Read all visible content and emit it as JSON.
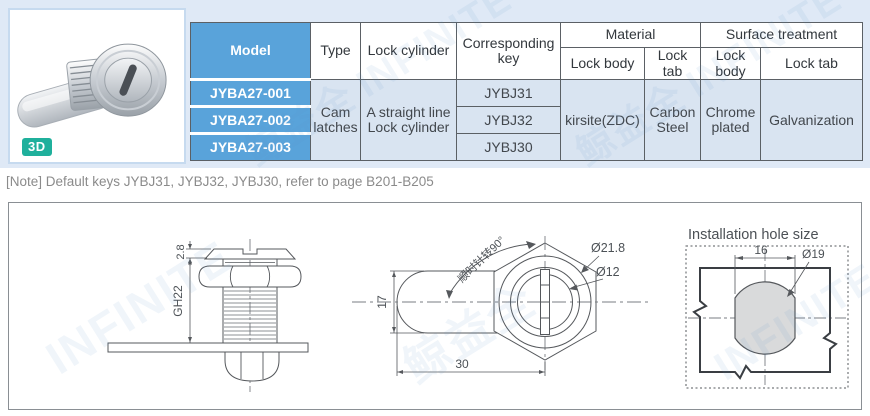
{
  "colors": {
    "accent_blue": "#59a3da",
    "row_bg": "#d9e4f1",
    "band_bg": "#dfe9f6",
    "badge_teal": "#1fb09c"
  },
  "product": {
    "badge_3d": "3D"
  },
  "watermark": {
    "brand": "INFINITE",
    "cjk": "鲸益全"
  },
  "table": {
    "headers": {
      "model": "Model",
      "type": "Type",
      "lock_cylinder": "Lock cylinder",
      "corresponding_key": "Corresponding key",
      "material": "Material",
      "surface_treatment": "Surface treatment",
      "material_lock_body": "Lock body",
      "material_lock_tab": "Lock tab",
      "surface_lock_body": "Lock body",
      "surface_lock_tab": "Lock tab"
    },
    "rows": [
      {
        "model": "JYBA27-001",
        "key": "JYBJ31"
      },
      {
        "model": "JYBA27-002",
        "key": "JYBJ32"
      },
      {
        "model": "JYBA27-003",
        "key": "JYBJ30"
      }
    ],
    "merged": {
      "type": "Cam latches",
      "lock_cylinder": "A straight line Lock cylinder",
      "material_lock_body": "kirsite(ZDC)",
      "material_lock_tab": "Carbon Steel",
      "surface_lock_body": "Chrome plated",
      "surface_lock_tab": "Galvanization"
    }
  },
  "note": "[Note] Default keys JYBJ31, JYBJ32, JYBJ30, refer to page B201-B205",
  "drawings": {
    "side_view": {
      "dim_head_height": "2.8",
      "dim_body_height": "GH22"
    },
    "front_view": {
      "dim_cam_width": "17",
      "dim_body_length": "30",
      "dim_outer_diameter": "Ø21.8",
      "dim_cylinder_diameter": "Ø12",
      "rotation_note": "顺时针转90°"
    },
    "installation": {
      "title": "Installation hole size",
      "dim_hole_width": "16",
      "dim_hole_diameter": "Ø19"
    }
  }
}
